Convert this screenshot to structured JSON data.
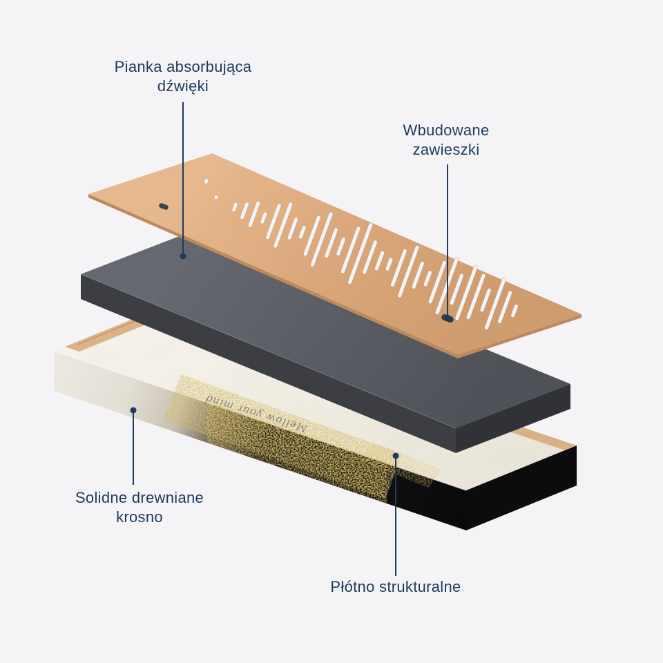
{
  "labels": {
    "foam": {
      "line1": "Pianka absorbująca",
      "line2": "dźwięki"
    },
    "hangers": {
      "line1": "Wbudowane",
      "line2": "zawieszki"
    },
    "frame": {
      "line1": "Solidne drewniane",
      "line2": "krosno"
    },
    "canvas": {
      "line1": "Płótno strukturalne"
    }
  },
  "canvas_artwork": {
    "text": "Mellow your mind"
  },
  "colors": {
    "background": "#f4f4f6",
    "label_text": "#1e3a5c",
    "leader_line": "#1e3a5c",
    "board_tan": "#d9a476",
    "foam_gray": "#53565c",
    "canvas_white": "#f2efe7",
    "canvas_black": "#0c0c0e",
    "wood": "#dcb387",
    "gold_glitter": "#b8912f"
  },
  "soundwave": {
    "slots": [
      {
        "f": -0.12,
        "len": 8,
        "d": 21
      },
      {
        "f": -0.07,
        "len": 6,
        "d": 4
      },
      {
        "len": 14
      },
      {
        "len": 26
      },
      {
        "len": 40
      },
      {
        "len": 18
      },
      {
        "len": 55
      },
      {
        "len": 70
      },
      {
        "len": 34
      },
      {
        "len": 20
      },
      {
        "len": 62
      },
      {
        "len": 84
      },
      {
        "len": 46
      },
      {
        "len": 28
      },
      {
        "len": 72
      },
      {
        "len": 94
      },
      {
        "len": 52
      },
      {
        "len": 30
      },
      {
        "len": 20
      },
      {
        "len": 58
      },
      {
        "len": 80
      },
      {
        "len": 42
      },
      {
        "len": 24
      },
      {
        "len": 66
      },
      {
        "len": 88
      },
      {
        "len": 48
      },
      {
        "len": 84
      },
      {
        "len": 70
      },
      {
        "len": 36
      },
      {
        "len": 80
      },
      {
        "len": 50
      },
      {
        "len": 20
      }
    ]
  }
}
